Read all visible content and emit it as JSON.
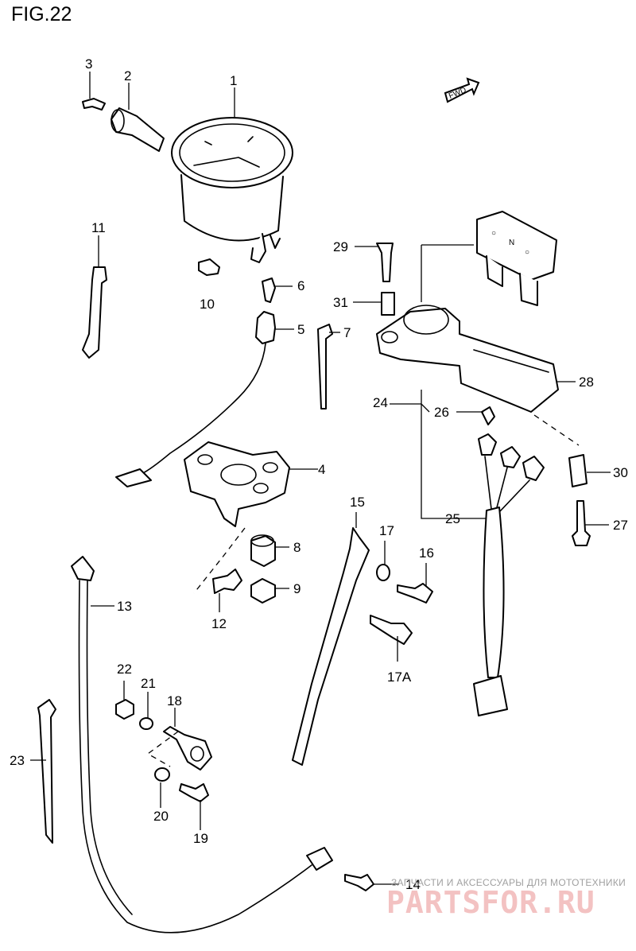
{
  "figure": {
    "title": "FIG.22",
    "direction_label": "FWD"
  },
  "callouts": [
    "1",
    "2",
    "3",
    "4",
    "5",
    "6",
    "7",
    "8",
    "9",
    "10",
    "11",
    "12",
    "13",
    "14",
    "15",
    "16",
    "17",
    "17A",
    "18",
    "19",
    "20",
    "21",
    "22",
    "23",
    "24",
    "25",
    "26",
    "27",
    "28",
    "29",
    "30",
    "31"
  ],
  "watermark": {
    "tagline": "ЗАПЧАСТИ И АКСЕССУАРЫ ДЛЯ МОТОТЕХНИКИ",
    "brand": "PARTSFOR.RU"
  }
}
